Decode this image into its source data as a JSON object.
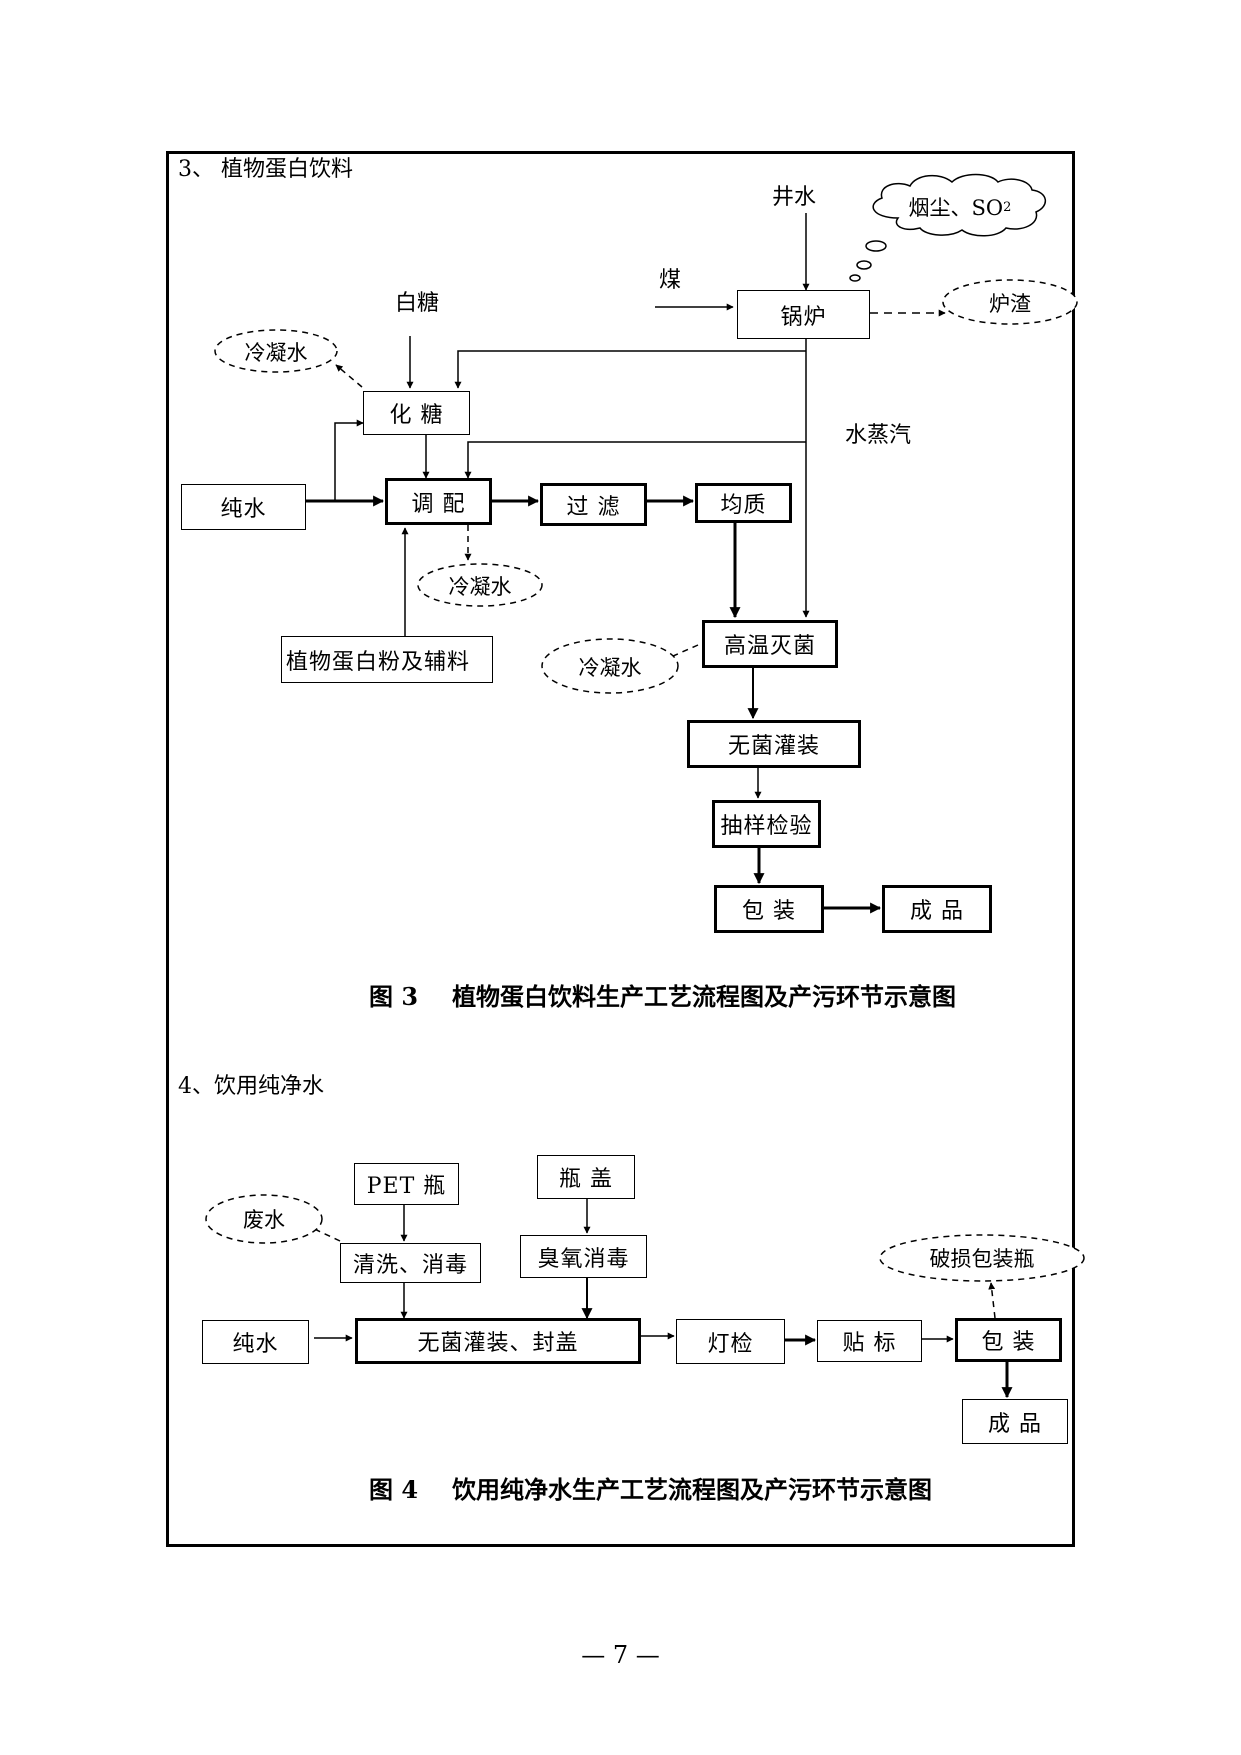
{
  "section3": {
    "heading": "3、 植物蛋白饮料",
    "inputs": {
      "well_water": "井水",
      "coal": "煤",
      "sugar": "白糖",
      "steam": "水蒸汽"
    },
    "boxes": {
      "boiler": "锅炉",
      "dissolve_sugar": "化  糖",
      "pure_water": "纯水",
      "blend": "调  配",
      "filter": "过  滤",
      "homogenize": "均质",
      "protein_powder": "植物蛋白粉及辅料",
      "sterilize": "高温灭菌",
      "aseptic_fill": "无菌灌装",
      "sampling": "抽样检验",
      "package": "包  装",
      "product": "成  品"
    },
    "pollutants": {
      "smoke": "烟尘、SO",
      "smoke_sub": "2",
      "slag": "炉渣",
      "condensate_1": "冷凝水",
      "condensate_2": "冷凝水",
      "condensate_3": "冷凝水"
    },
    "caption": {
      "number": "图 3",
      "text": "植物蛋白饮料生产工艺流程图及产污环节示意图"
    }
  },
  "section4": {
    "heading": "4、饮用纯净水",
    "boxes": {
      "pet_bottle": "PET 瓶",
      "cap": "瓶  盖",
      "wash": "清洗、消毒",
      "ozone": "臭氧消毒",
      "pure_water": "纯水",
      "aseptic_fill_cap": "无菌灌装、封盖",
      "light_inspect": "灯检",
      "label": "贴  标",
      "package": "包  装",
      "product": "成  品"
    },
    "pollutants": {
      "wastewater": "废水",
      "damaged": "破损包装瓶"
    },
    "caption": {
      "number": "图 4",
      "text": "饮用纯净水生产工艺流程图及产污环节示意图"
    }
  },
  "page_number": "— 7 —"
}
